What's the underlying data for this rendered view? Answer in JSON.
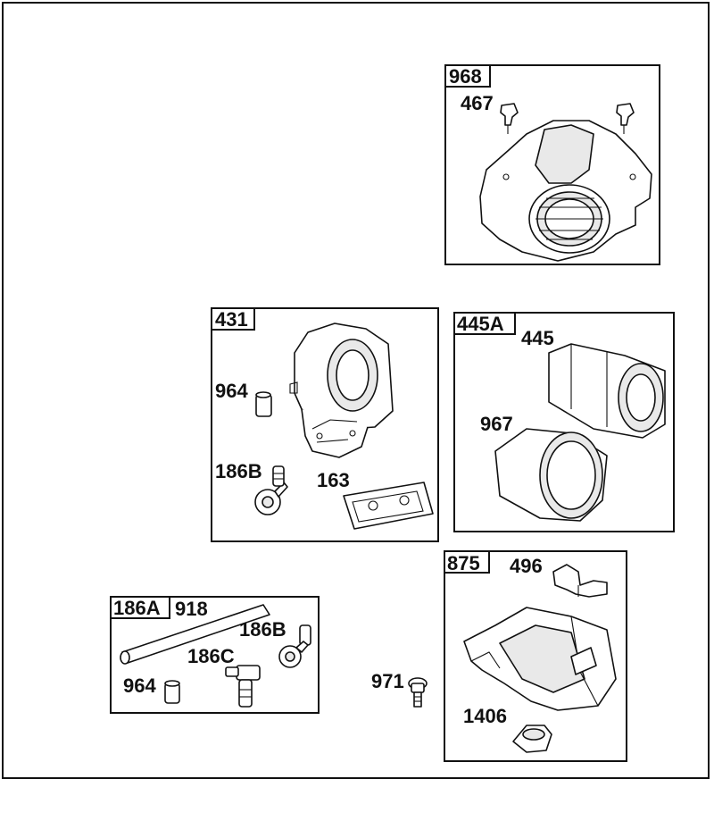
{
  "groups": {
    "g968": "968",
    "g431": "431",
    "g445A": "445A",
    "g875": "875",
    "g186A": "186A"
  },
  "parts": {
    "p467": "467",
    "p964_a": "964",
    "p186B_a": "186B",
    "p163": "163",
    "p445": "445",
    "p967": "967",
    "p496": "496",
    "p1406": "1406",
    "p918": "918",
    "p186B_b": "186B",
    "p186C": "186C",
    "p964_b": "964",
    "p971": "971"
  }
}
